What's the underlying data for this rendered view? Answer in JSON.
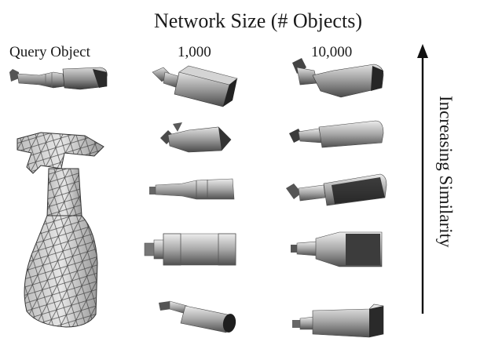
{
  "figure": {
    "title": "Network Size (# Objects)",
    "columns": [
      {
        "label": "Query Object"
      },
      {
        "label": "1,000"
      },
      {
        "label": "10,000"
      }
    ],
    "side_label": "Increasing Similarity",
    "query_objects": [
      {
        "name": "spray-bottle-small-render"
      },
      {
        "name": "spray-bottle-wireframe"
      }
    ],
    "results_1000": [
      {
        "name": "rectangular-bottle"
      },
      {
        "name": "spray-trigger-head"
      },
      {
        "name": "long-neck-bottle"
      },
      {
        "name": "cylinder-jar"
      },
      {
        "name": "tilted-bottle"
      }
    ],
    "results_10000": [
      {
        "name": "spray-bottle"
      },
      {
        "name": "spray-bottle-2"
      },
      {
        "name": "spray-bottle-3"
      },
      {
        "name": "flat-square-bottle"
      },
      {
        "name": "rectangular-bottle-2"
      }
    ]
  }
}
